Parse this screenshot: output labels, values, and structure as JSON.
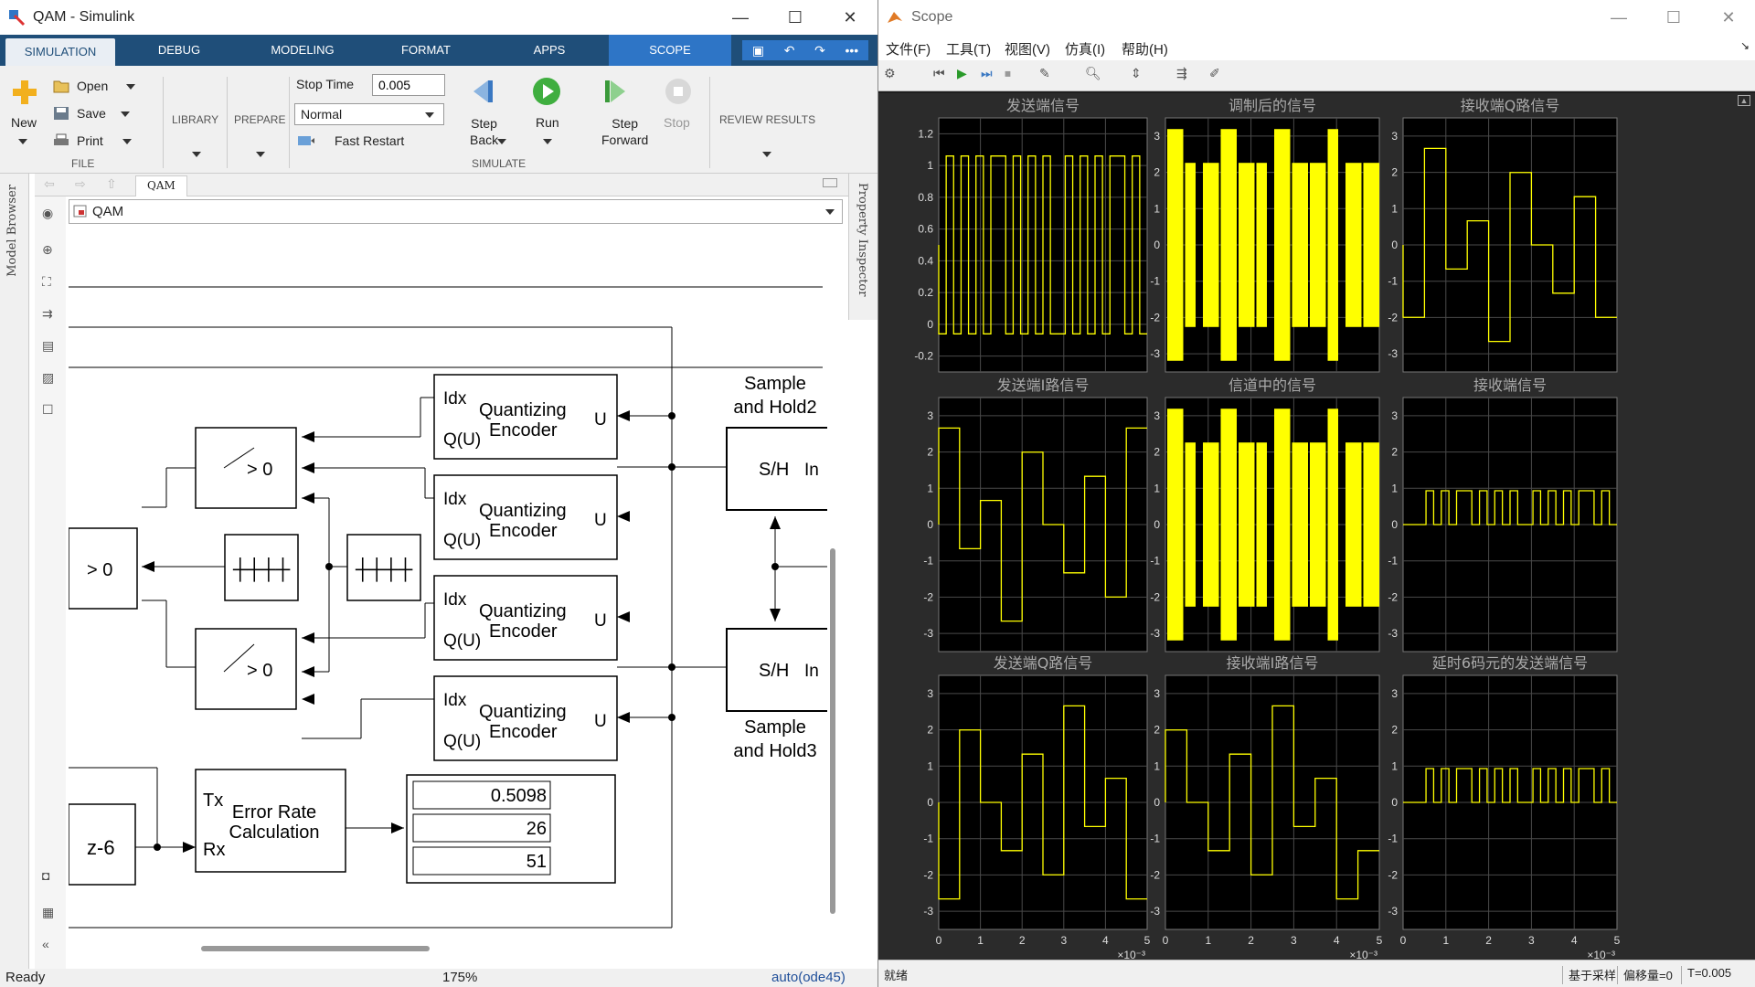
{
  "simulink": {
    "title": "QAM - Simulink",
    "tabs": [
      "SIMULATION",
      "DEBUG",
      "MODELING",
      "FORMAT",
      "APPS",
      "SCOPE"
    ],
    "ribbon": {
      "new": "New",
      "open": "Open",
      "save": "Save",
      "print": "Print",
      "file": "FILE",
      "library": "LIBRARY",
      "prepare": "PREPARE",
      "stop_time_label": "Stop Time",
      "stop_time": "0.005",
      "mode": "Normal",
      "fast_restart": "Fast Restart",
      "step_back": "Step\nBack",
      "run": "Run",
      "step_forward": "Step\nForward",
      "stop": "Stop",
      "simulate": "SIMULATE",
      "review": "REVIEW RESULTS"
    },
    "breadcrumb_tab": "QAM",
    "address": "QAM",
    "side_left": "Model Browser",
    "side_right": "Property Inspector",
    "blocks": {
      "qe_idx": "Idx",
      "qe_qu": "Q(U)",
      "qe_name1": "Quantizing",
      "qe_name2": "Encoder",
      "qe_u": "U",
      "sh2_line1": "Sample",
      "sh2_line2": "and Hold2",
      "sh3_line1": "Sample",
      "sh3_line2": "and Hold3",
      "sh": "S/H",
      "sh_in": "In",
      "sw": "> 0",
      "delay": "z-6",
      "err_tx": "Tx",
      "err_rx": "Rx",
      "err_name1": "Error Rate",
      "err_name2": "Calculation",
      "display": [
        "0.5098",
        "26",
        "51"
      ]
    },
    "status": {
      "ready": "Ready",
      "zoom": "175%",
      "solver": "auto(ode45)"
    }
  },
  "scope": {
    "title": "Scope",
    "menu": [
      "文件(F)",
      "工具(T)",
      "视图(V)",
      "仿真(I)",
      "帮助(H)"
    ],
    "plot_titles": [
      "发送端信号",
      "调制后的信号",
      "接收端Q路信号",
      "发送端I路信号",
      "信道中的信号",
      "接收端信号",
      "发送端Q路信号",
      "接收端I路信号",
      "延时6码元的发送端信号"
    ],
    "x_ticks": [
      "0",
      "1",
      "2",
      "3",
      "4",
      "5"
    ],
    "x_exponent": "×10⁻³",
    "status": {
      "ready": "就绪",
      "sampling": "基于采样",
      "offset": "偏移量=0",
      "time": "T=0.005"
    }
  },
  "colors": {
    "trace": "#ffff00",
    "plot_bg": "#000000",
    "grid": "#4a4a4a",
    "ribbon_tab": "#1f4e79"
  }
}
